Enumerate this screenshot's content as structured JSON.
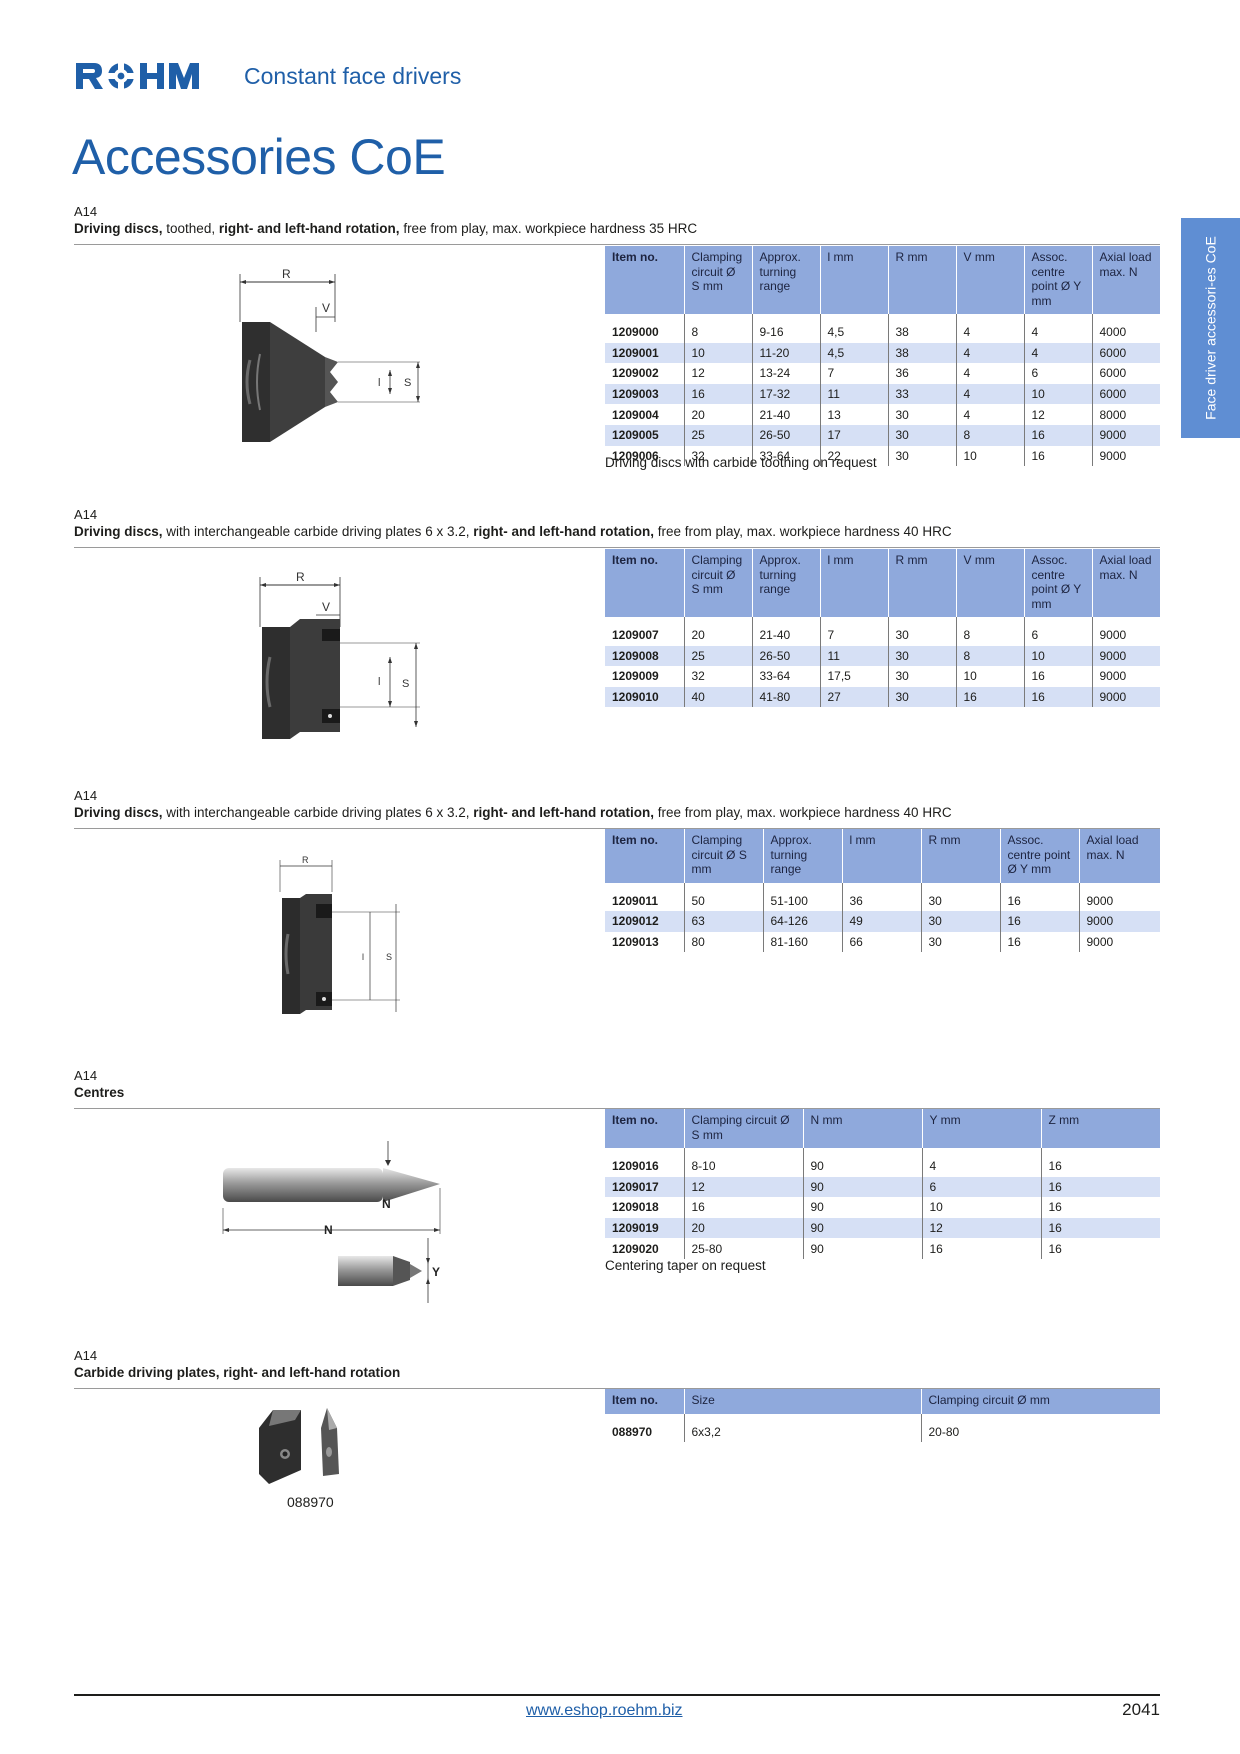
{
  "header": {
    "brand": "RÖHM",
    "title": "Constant face drivers"
  },
  "page_title": "Accessories CoE",
  "side_tab": "Face driver accessori-es CoE",
  "sections": [
    {
      "code": "A14",
      "desc_parts": [
        {
          "b": "Driving discs,"
        },
        {
          "t": " toothed, "
        },
        {
          "b": "right- and left-hand rotation,"
        },
        {
          "t": " free from play, max. workpiece hardness 35 HRC"
        }
      ],
      "headers": [
        "Item no.",
        "Clamping circuit Ø S mm",
        "Approx. turning range",
        "l mm",
        "R mm",
        "V mm",
        "Assoc. centre point Ø Y mm",
        "Axial load max. N"
      ],
      "rows": [
        [
          "1209000",
          "8",
          "9-16",
          "4,5",
          "38",
          "4",
          "4",
          "4000"
        ],
        [
          "1209001",
          "10",
          "11-20",
          "4,5",
          "38",
          "4",
          "4",
          "6000"
        ],
        [
          "1209002",
          "12",
          "13-24",
          "7",
          "36",
          "4",
          "6",
          "6000"
        ],
        [
          "1209003",
          "16",
          "17-32",
          "11",
          "33",
          "4",
          "10",
          "6000"
        ],
        [
          "1209004",
          "20",
          "21-40",
          "13",
          "30",
          "4",
          "12",
          "8000"
        ],
        [
          "1209005",
          "25",
          "26-50",
          "17",
          "30",
          "8",
          "16",
          "9000"
        ],
        [
          "1209006",
          "32",
          "33-64",
          "22",
          "30",
          "10",
          "16",
          "9000"
        ]
      ],
      "note": "Driving discs with carbide toothing on request",
      "illus_labels": {
        "r": "R",
        "v": "V",
        "l": "l",
        "s": "S"
      }
    },
    {
      "code": "A14",
      "desc_parts": [
        {
          "b": "Driving discs,"
        },
        {
          "t": " with interchangeable carbide driving plates 6 x 3.2, "
        },
        {
          "b": "right- and left-hand rotation,"
        },
        {
          "t": " free from play, max. workpiece hardness 40 HRC"
        }
      ],
      "headers": [
        "Item no.",
        "Clamping circuit Ø S mm",
        "Approx. turning range",
        "l mm",
        "R mm",
        "V mm",
        "Assoc. centre point Ø Y mm",
        "Axial load max. N"
      ],
      "rows": [
        [
          "1209007",
          "20",
          "21-40",
          "7",
          "30",
          "8",
          "6",
          "9000"
        ],
        [
          "1209008",
          "25",
          "26-50",
          "11",
          "30",
          "8",
          "10",
          "9000"
        ],
        [
          "1209009",
          "32",
          "33-64",
          "17,5",
          "30",
          "10",
          "16",
          "9000"
        ],
        [
          "1209010",
          "40",
          "41-80",
          "27",
          "30",
          "16",
          "16",
          "9000"
        ]
      ],
      "note": "",
      "illus_labels": {
        "r": "R",
        "v": "V",
        "l": "l",
        "s": "S"
      }
    },
    {
      "code": "A14",
      "desc_parts": [
        {
          "b": "Driving discs,"
        },
        {
          "t": " with interchangeable carbide driving plates 6 x 3.2, "
        },
        {
          "b": "right- and left-hand rotation,"
        },
        {
          "t": " free from play, max. workpiece hardness 40 HRC"
        }
      ],
      "headers": [
        "Item no.",
        "Clamping circuit Ø S mm",
        "Approx. turning range",
        "l mm",
        "R mm",
        "Assoc. centre point Ø Y mm",
        "Axial load max. N"
      ],
      "rows": [
        [
          "1209011",
          "50",
          "51-100",
          "36",
          "30",
          "16",
          "9000"
        ],
        [
          "1209012",
          "63",
          "64-126",
          "49",
          "30",
          "16",
          "9000"
        ],
        [
          "1209013",
          "80",
          "81-160",
          "66",
          "30",
          "16",
          "9000"
        ]
      ],
      "note": "",
      "illus_labels": {
        "r": "R",
        "l": "l",
        "s": "S"
      }
    },
    {
      "code": "A14",
      "desc_parts": [
        {
          "b": "Centres"
        }
      ],
      "headers": [
        "Item no.",
        "Clamping circuit Ø S mm",
        "N mm",
        "Y mm",
        "Z mm"
      ],
      "rows": [
        [
          "1209016",
          "8-10",
          "90",
          "4",
          "16"
        ],
        [
          "1209017",
          "12",
          "90",
          "6",
          "16"
        ],
        [
          "1209018",
          "16",
          "90",
          "10",
          "16"
        ],
        [
          "1209019",
          "20",
          "90",
          "12",
          "16"
        ],
        [
          "1209020",
          "25-80",
          "90",
          "16",
          "16"
        ]
      ],
      "note": "Centering taper on request",
      "illus_labels": {
        "n_top": "N",
        "n_bottom": "N",
        "y": "Y"
      }
    },
    {
      "code": "A14",
      "desc_parts": [
        {
          "b": "Carbide driving plates, right- and left-hand rotation"
        }
      ],
      "headers": [
        "Item no.",
        "Size",
        "Clamping circuit Ø mm"
      ],
      "rows": [
        [
          "088970",
          "6x3,2",
          "20-80"
        ]
      ],
      "note": "",
      "caption": "088970"
    }
  ],
  "footer": {
    "link": "www.eshop.roehm.biz",
    "page": "2041"
  },
  "colors": {
    "brand_blue": "#1f5fa8",
    "table_header": "#8fa9dc",
    "row_alt": "#d6e0f5",
    "side_tab": "#5f8ed3"
  }
}
